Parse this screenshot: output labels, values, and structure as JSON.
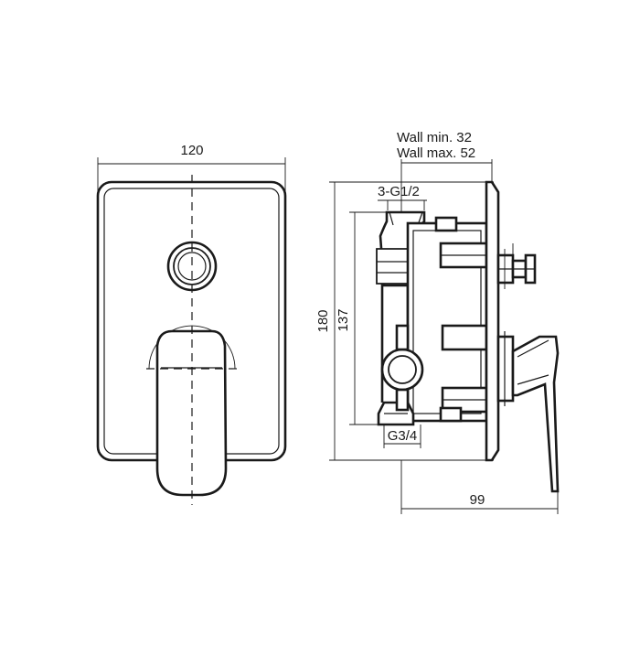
{
  "front_view": {
    "width_label": "120"
  },
  "side_view": {
    "wall_min_label": "Wall min. 32",
    "wall_max_label": "Wall max. 52",
    "inlet_thread_label": "3-G1/2",
    "outlet_thread_label": "G3/4",
    "overall_height_label": "180",
    "body_height_label": "137",
    "depth_label": "99"
  }
}
